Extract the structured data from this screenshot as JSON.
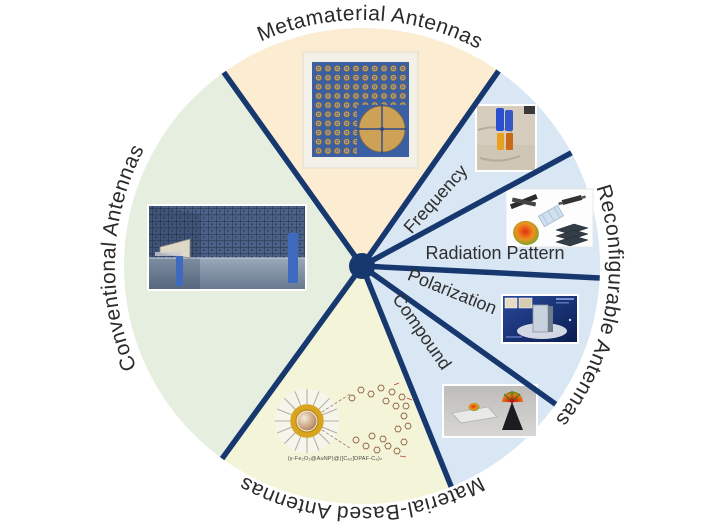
{
  "figure": {
    "type": "circular-taxonomy-diagram",
    "background": "#ffffff",
    "divider_color": "#17386f",
    "sectors": {
      "metamaterial": {
        "label": "Metamaterial Antennas",
        "color": "#fcecd2",
        "position": "top"
      },
      "reconfigurable": {
        "label": "Reconfigurable Antennas",
        "color": "#d9e6f4",
        "position": "right"
      },
      "material_based": {
        "label": "Material-Based Antennas",
        "color": "#f4f4d8",
        "position": "bottom"
      },
      "conventional": {
        "label": "Conventional Antennas",
        "color": "#e5eedf",
        "position": "left"
      }
    },
    "reconfigurable_types": [
      {
        "label": "Frequency"
      },
      {
        "label": "Radiation Pattern"
      },
      {
        "label": "Polarization"
      },
      {
        "label": "Compound"
      }
    ],
    "nanoparticle_caption": "(γ-Fe₂O₃@AuNP)@([C₆₀]DPAF-C₉)ₙ",
    "images": {
      "metamaterial": "metasurface-array-photo",
      "conventional": "anechoic-chamber-photo",
      "frequency": "test-clips-photo",
      "radiation_pattern": "antenna-renderings-collage",
      "polarization": "simulation-setup-render",
      "compound": "cone-antenna-photo",
      "material_based": "nanoparticle-schematic"
    }
  }
}
